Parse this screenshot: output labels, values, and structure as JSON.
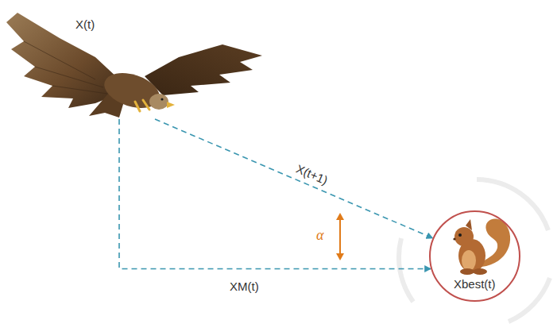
{
  "diagram": {
    "nodes": [
      {
        "text": [
          "X(t)"
        ]
      },
      {
        "text": [
          "Xbest(t)"
        ]
      }
    ],
    "edges": [
      {
        "from": 0,
        "to": 1,
        "arrow": "to",
        "label": "X(t+1)"
      },
      {
        "from": 0,
        "to": 1,
        "arrow": "to",
        "label": "XM(t)"
      }
    ],
    "labels": [
      "α"
    ]
  }
}
